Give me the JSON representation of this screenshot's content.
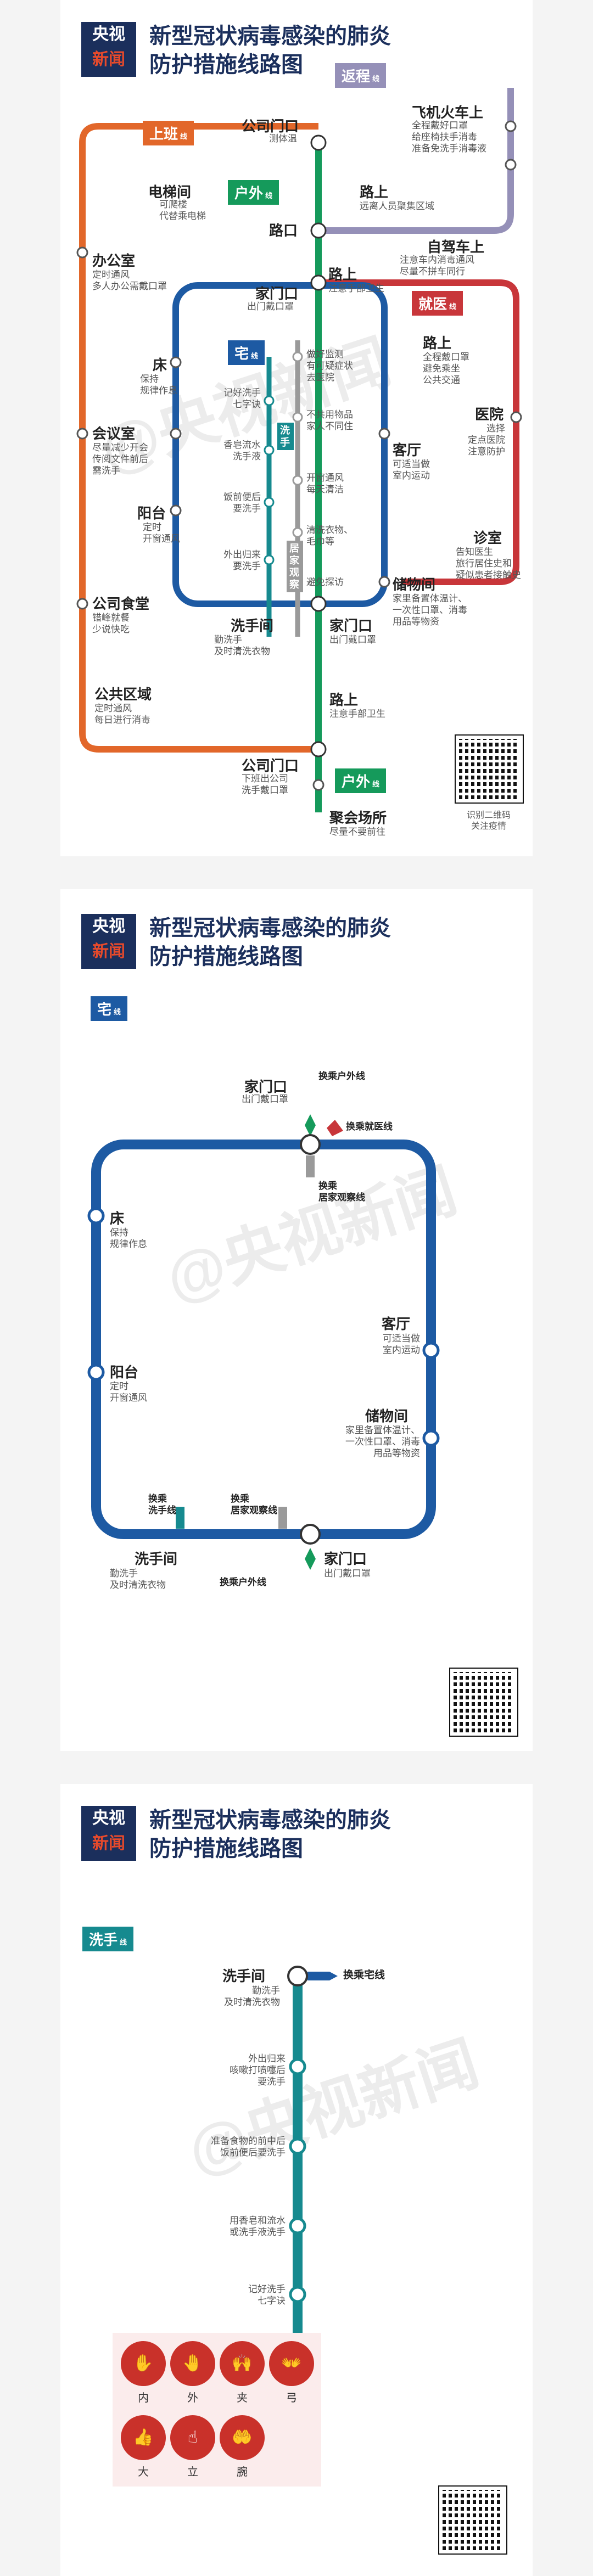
{
  "brand": {
    "line1": "央视",
    "line2": "新闻"
  },
  "title_line1": "新型冠状病毒感染的肺炎",
  "title_line2": "防护措施线路图",
  "colors": {
    "navy": "#1b2f5c",
    "orange": "#e2672a",
    "green": "#159a5b",
    "purple": "#9590b8",
    "red": "#c8363a",
    "blue": "#1d5aa3",
    "teal": "#168a8f",
    "gray": "#9a9a9a"
  },
  "map1": {
    "tags": {
      "return": "返程",
      "work": "上班",
      "outdoor": "户外",
      "home": "宅",
      "go_doctor": "就医",
      "wash": "洗手",
      "observe": "居家观察",
      "line_suffix": "线"
    },
    "stations": {
      "company_gate_top": {
        "name": "公司门口",
        "sub": "测体温"
      },
      "elevator": {
        "name": "电梯间",
        "sub": "可爬楼\n代替乘电梯"
      },
      "office": {
        "name": "办公室",
        "sub": "定时通风\n多人办公需戴口罩"
      },
      "meeting": {
        "name": "会议室",
        "sub": "尽量减少开会\n传阅文件前后\n需洗手"
      },
      "canteen": {
        "name": "公司食堂",
        "sub": "错峰就餐\n少说快吃"
      },
      "public": {
        "name": "公共区域",
        "sub": "定时通风\n每日进行消毒"
      },
      "company_gate_bottom": {
        "name": "公司门口",
        "sub": "下班出公司\n洗手戴口罩"
      },
      "crossing": {
        "name": "路口"
      },
      "road1": {
        "name": "路上",
        "sub": "远离人员聚集区域"
      },
      "plane": {
        "name": "飞机火车上",
        "sub": "全程戴好口罩\n给座椅扶手消毒\n准备免洗手消毒液"
      },
      "selfdrive": {
        "name": "自驾车上",
        "sub": "注意车内消毒通风\n尽量不拼车同行"
      },
      "home_gate_top": {
        "name": "家门口",
        "sub": "出门戴口罩"
      },
      "road2": {
        "name": "路上",
        "sub": "注意手部卫生"
      },
      "road3": {
        "name": "路上",
        "sub": "全程戴口罩\n避免乘坐\n公共交通"
      },
      "hospital": {
        "name": "医院",
        "sub": "选择\n定点医院\n注意防护"
      },
      "clinic": {
        "name": "诊室",
        "sub": "告知医生\n旅行居住史和\n疑似患者接触史"
      },
      "bed": {
        "name": "床",
        "sub": "保持\n规律作息"
      },
      "balcony": {
        "name": "阳台",
        "sub": "定时\n开窗通风"
      },
      "living": {
        "name": "客厅",
        "sub": "可适当做\n室内运动"
      },
      "storage": {
        "name": "储物间",
        "sub": "家里备置体温计、\n一次性口罩、消毒\n用品等物资"
      },
      "washroom": {
        "name": "洗手间",
        "sub": "勤洗手\n及时清洗衣物"
      },
      "home_gate_bottom": {
        "name": "家门口",
        "sub": "出门戴口罩"
      },
      "road4": {
        "name": "路上",
        "sub": "注意手部卫生"
      },
      "gathering": {
        "name": "聚会场所",
        "sub": "尽量不要前往"
      }
    },
    "wash_stops": [
      "记好洗手\n七字诀",
      "香皂流水\n洗手液",
      "饭前便后\n要洗手",
      "外出归来\n要洗手"
    ],
    "observe_stops": [
      "做好监测\n有可疑症状\n去医院",
      "不共用物品\n家人不同住",
      "开窗通风\n每天清洁",
      "清洗衣物、\n毛巾等",
      "避免探访"
    ],
    "qr_caption": "识别二维码\n关注疫情"
  },
  "map2": {
    "tag": "宅",
    "line_suffix": "线",
    "transfer_outdoor": "换乘户外线",
    "transfer_doctor": "换乘就医线",
    "transfer_observe_top": "换乘\n居家观察线",
    "transfer_wash": "换乘\n洗手线",
    "transfer_observe_bottom": "换乘\n居家观察线",
    "transfer_outdoor_bottom": "换乘户外线",
    "home_gate_top": {
      "name": "家门口",
      "sub": "出门戴口罩"
    },
    "bed": {
      "name": "床",
      "sub": "保持\n规律作息"
    },
    "living": {
      "name": "客厅",
      "sub": "可适当做\n室内运动"
    },
    "balcony": {
      "name": "阳台",
      "sub": "定时\n开窗通风"
    },
    "storage": {
      "name": "储物间",
      "sub": "家里备置体温计、\n一次性口罩、消毒\n用品等物资"
    },
    "washroom": {
      "name": "洗手间",
      "sub": "勤洗手\n及时清洗衣物"
    },
    "home_gate_bottom": {
      "name": "家门口",
      "sub": "出门戴口罩"
    }
  },
  "map3": {
    "tag": "洗手",
    "line_suffix": "线",
    "transfer": "换乘宅线",
    "washroom": {
      "name": "洗手间",
      "sub": "勤洗手\n及时清洗衣物"
    },
    "stops": [
      "外出归来\n咳嗽打喷嚏后\n要洗手",
      "准备食物的前中后\n饭前便后要洗手",
      "用香皂和流水\n或洗手液洗手",
      "记好洗手\n七字诀"
    ],
    "gestures": [
      "内",
      "外",
      "夹",
      "弓",
      "大",
      "立",
      "腕"
    ]
  },
  "watermark": "@央视新闻"
}
